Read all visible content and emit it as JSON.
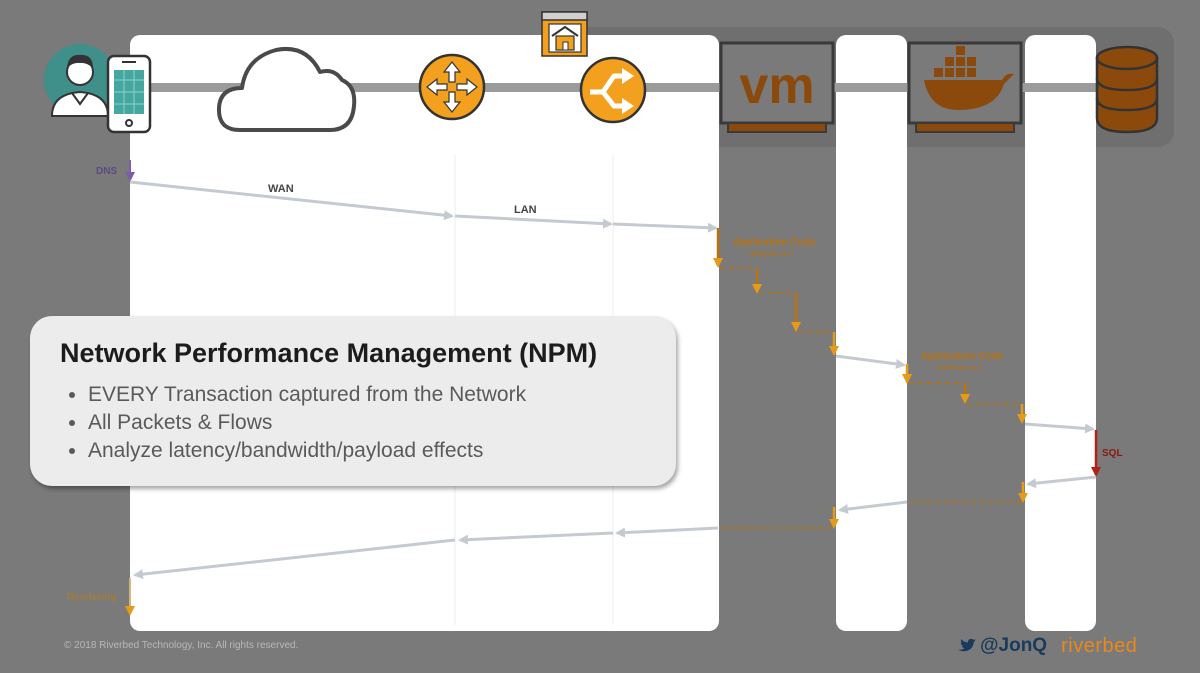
{
  "colors": {
    "background": "#7a7a7a",
    "panel": "#ffffff",
    "backend_band": "#6f6f6f",
    "flow_arrow": "#c5cad1",
    "app_arrow": "#b8720e",
    "app_arrow_light": "#f0a31a",
    "sql_arrow": "#b3201a",
    "dns_arrow": "#7b5ea7",
    "router_orange": "#f3a01f",
    "vm_brown": "#8b4a0c",
    "monitor_border": "#3a3a3a"
  },
  "icons": [
    "user-icon",
    "phone-icon",
    "cloud-icon",
    "router-icon",
    "building-icon",
    "load-balancer-icon",
    "vm-icon",
    "docker-icon",
    "database-icon",
    "twitter-icon"
  ],
  "header": {
    "vm_logo": "vm"
  },
  "labels": {
    "dns": "DNS",
    "wan": "WAN",
    "lan": "LAN",
    "app_code_1": "Application Code",
    "app_code_1_sub": "(Methods etc.)",
    "app_code_2": "Application Code",
    "app_code_2_sub": "(Methods etc.)",
    "sql": "SQL",
    "rendering": "Rendering"
  },
  "callout": {
    "title": "Network Performance Management (NPM)",
    "bullets": [
      "EVERY Transaction captured from the Network",
      "All Packets & Flows",
      "Analyze latency/bandwidth/payload effects"
    ]
  },
  "footer": {
    "copyright": "© 2018 Riverbed Technology, Inc. All rights reserved.",
    "twitter_handle": "@JonQ",
    "brand": "riverbed"
  }
}
